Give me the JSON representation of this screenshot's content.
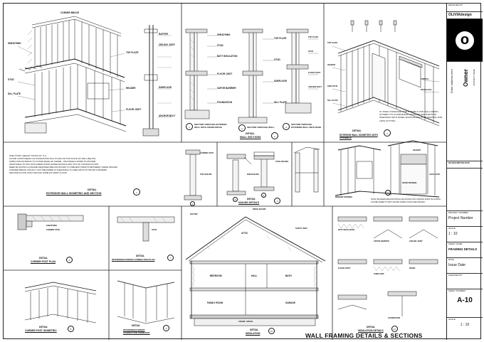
{
  "sheet": {
    "main_title": "WALL FRAMING DETAILS & SECTIONS"
  },
  "details": {
    "isometric": {
      "title": "DETAIL",
      "subtitle": "EXTENSOR WALL ISOMETRIC AND SECTION",
      "notes": [
        "ONE STORY HEIGHT STUDS 16\" O.C.",
        "FLOOR JOISTS BEAR ON FOUNDATION SILL PLATE OR TOP PLATE OF WALL BELOW",
        "SUBFLOOR EXTENDS TO OUTER EDGE OF FRAME - PROVIDES A WORK PLATFORM",
        "ADAPTABLE TO OFF-SITE FABRICATION (PANELIZATION) AND TILT-UP CONSTRUCTION",
        "NEED BLOCKING IN FRAME REQUIRED BELOW DOORS TO PREVENT DRAFTS BETWEEN THESE SPACES",
        "CORNER BRACE USUALLY NOT REQUIRED IF SHEATHING IS USED WITH PLYWOOD CORNERS",
        "SECOND FLOOR JOIST NAILING SAME AS FIRST FLOOR"
      ]
    },
    "wall_sections": {
      "title": "DETAIL",
      "subtitle": "WALL SECTIONS"
    },
    "ext_iso": {
      "title": "DETAIL",
      "subtitle": "EXTERIOR WALL ISOMETRIC WITH OPENINGS",
      "note": "IF USING STANDARD WIDTH PANELS FOR WALL FINISH, ATTEMPT TO COORDINATE LOCATION AND WIDTH OF OPENINGS WITH PANEL MODULE AND STUD SPACING FOR LESS CUTTING"
    },
    "nailing": {
      "title": "DETAIL",
      "subtitle": "NAILING DETAILS"
    },
    "framing_iso": {
      "title": "DETAIL",
      "note": "NOTE: BUILDERS BELOW INSTALL BLOCKING FOR CURTAIN RODS. BLOCKING CAN BE ADDED TO BOX SHOWN WHEN STUDS ARE SPACED"
    },
    "corner_post_plan": {
      "title": "DETAIL",
      "subtitle": "CORNER POST PLAN"
    },
    "int_ext_plan": {
      "title": "DETAIL",
      "subtitle": "INTERIOR/EXTERIOR CONNECTION PLAN"
    },
    "corner_post_iso": {
      "title": "DETAIL",
      "subtitle": "CORNER POST ISOMETRIC"
    },
    "int_ext_iso": {
      "title": "DETAIL",
      "subtitle": "INTERIOR/EXTERIOR CONNECTION ISOMETRIC"
    },
    "insulation_section": {
      "title": "DETAIL",
      "subtitle": "INSULATION"
    },
    "insulation_details": {
      "title": "DETAIL",
      "subtitle": "INSULATION DETAILS"
    }
  },
  "section_labels": {
    "attic": "ATTIC",
    "bedroom": "BEDROOM",
    "hall": "HALL",
    "bath": "BATH",
    "family_room": "FAMILY ROOM",
    "garage": "GARAGE",
    "crawl_space": "CRAWL SPACE"
  },
  "small_labels": {
    "corner": "CORNER BRACE",
    "topplate": "TOP PLATE",
    "stud": "STUD",
    "sill": "SILL PLATE",
    "joist": "FLOOR JOIST",
    "sub": "SUBFLOOR",
    "sheath": "SHEATHING",
    "header": "HEADER",
    "cripple": "CRIPPLE",
    "jack": "JACK STUD",
    "king": "KING STUD",
    "rough": "ROUGH SILL",
    "vapor": "VAPOR BARRIER",
    "batt": "BATT INSULATION",
    "rafter": "RAFTER",
    "ceiling": "CEILING JOIST",
    "foundation": "FOUNDATION",
    "anchor": "ANCHOR BOLT",
    "ridge": "RIDGE BOARD",
    "soffit": "SOFFIT VENT",
    "cornerstud": "CORNER STUD",
    "toenail": "TOE NAILING",
    "endnail": "END NAILING",
    "facenail": "FACE NAILING",
    "section_a": "SECTION THROUGH EXTERIOR WALL WITH CRAWLSPACE",
    "section_b": "SECTION THROUGH WALL",
    "section_c": "SECTION THROUGH EXTERIOR WALL WITH BASE",
    "wood": "WOOD",
    "door": "DOOR OPENING",
    "window": "WINDOW OPENING"
  },
  "detail_numbers": {
    "d1": "1",
    "d2": "2",
    "d3": "3",
    "d4": "4",
    "d5": "5",
    "d6": "6",
    "d7": "7",
    "d8": "8",
    "d9": "9",
    "d10": "10",
    "d11": "11",
    "d12": "12",
    "sheet_ref": "A-10"
  },
  "title_block": {
    "designer_label": "DESIGNED BY",
    "firm": "OLIVIAdesign",
    "logo_letter": "o",
    "address_placeholder": "Enter address here",
    "owner_label": "Owner",
    "project_label": "PROJECT NAME",
    "revision_header": "NO  DESCRIPTION  DATE",
    "project_number_label": "PROJECT NUMBER",
    "project_number": "Project Number",
    "scale_label": "SCALE",
    "scale_value": "1 : 10",
    "sheet_name_label": "SHEET NAME",
    "sheet_name": "FRAMING DETAILS",
    "date_label": "DATE",
    "date_value": "Issue Date",
    "checked_label": "CHECKED BY",
    "sheet_number_label": "SHEET NUMBER",
    "sheet_number": "A-10",
    "scale_label2": "SCALE",
    "scale_value2": "1 : 10"
  }
}
